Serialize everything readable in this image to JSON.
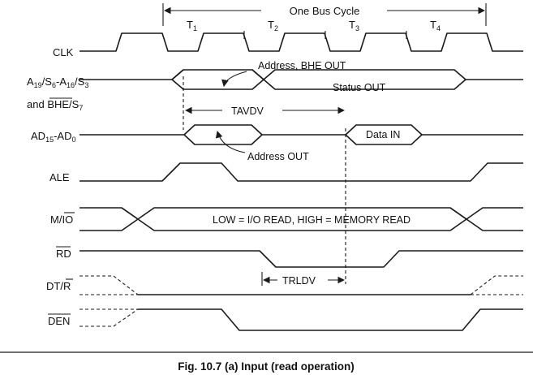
{
  "figure": {
    "bus_cycle_label": "One Bus Cycle",
    "caption": "Fig. 10.7 (a) Input (read operation)"
  },
  "states": [
    "T",
    "T",
    "T",
    "T"
  ],
  "state_subs": [
    "1",
    "2",
    "3",
    "4"
  ],
  "signals": {
    "clk": "CLK",
    "addr": {
      "a": "A",
      "a_sub": "19",
      "s6": "/S",
      "s6_sub": "6",
      "a16": "-A",
      "a16_sub": "16",
      "s3": "/S",
      "s3_sub": "3",
      "line2_prefix": "and ",
      "bhe": "BHE",
      "s7": "/S",
      "s7_sub": "7"
    },
    "ad": {
      "ad": "AD",
      "ad_sub1": "15",
      "mid": "-AD",
      "ad_sub2": "0"
    },
    "ale": "ALE",
    "mio": {
      "m": "M/",
      "io": "IO"
    },
    "rd": "RD",
    "dtr": {
      "dt": "DT/",
      "r": "R"
    },
    "den": "DEN"
  },
  "annotations": {
    "addr_bhe_out": "Address, BHE OUT",
    "status_out": "Status OUT",
    "tavdv": "TAVDV",
    "data_in": "Data IN",
    "address_out": "Address OUT",
    "mio_note": "LOW = I/O READ,  HIGH = MEMORY READ",
    "trldv": "TRLDV"
  }
}
